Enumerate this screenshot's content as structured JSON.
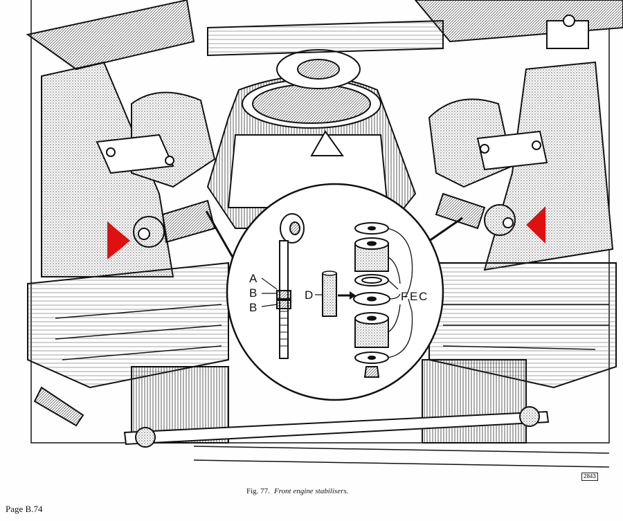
{
  "figure": {
    "caption_number": "Fig. 77.",
    "caption_text": "Front engine stabilisers.",
    "drawing_code": "2843",
    "callouts": [
      "A",
      "B",
      "B",
      "D",
      "F",
      "E",
      "C"
    ],
    "markers": {
      "color": "#e01010",
      "count": 2,
      "shape": "triangle"
    }
  },
  "page": {
    "number_text": "Page B.74"
  }
}
